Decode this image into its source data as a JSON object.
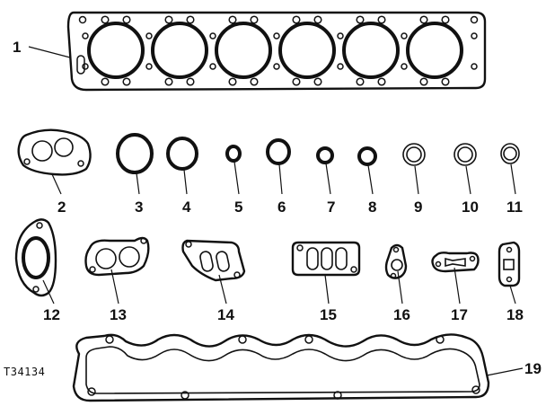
{
  "diagram": {
    "figure_code": "T34134",
    "callouts": [
      "1",
      "2",
      "3",
      "4",
      "5",
      "6",
      "7",
      "8",
      "9",
      "10",
      "11",
      "12",
      "13",
      "14",
      "15",
      "16",
      "17",
      "18",
      "19"
    ]
  }
}
